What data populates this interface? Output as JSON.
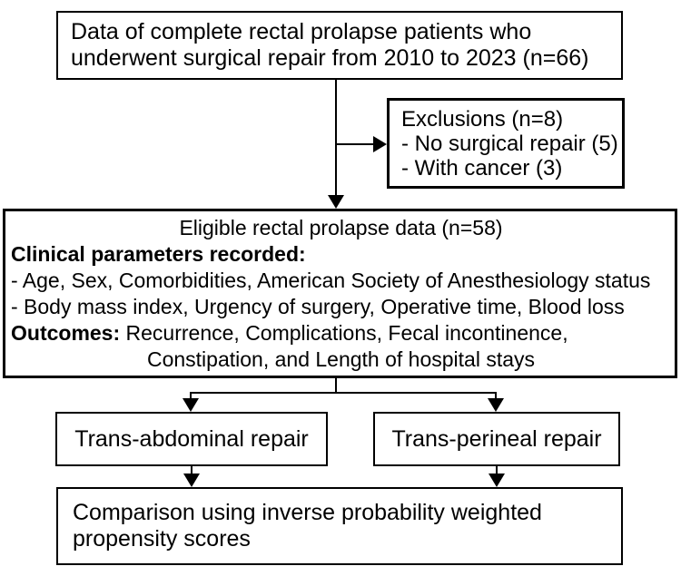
{
  "diagram": {
    "population_box": {
      "line1": "Data of complete rectal prolapse patients who",
      "line2": "underwent surgical repair from 2010 to 2023 (n=66)"
    },
    "exclusions_box": {
      "title": "Exclusions (n=8)",
      "item1": "- No surgical repair (5)",
      "item2": "- With cancer (3)"
    },
    "eligible_box": {
      "title": "Eligible rectal prolapse data (n=58)",
      "params_heading": "Clinical parameters recorded:",
      "param1": "- Age, Sex, Comorbidities, American Society of Anesthesiology status",
      "param2": "- Body mass index, Urgency of surgery, Operative time, Blood loss",
      "outcomes_heading": "Outcomes:",
      "outcomes_list": "Recurrence, Complications, Fecal incontinence,",
      "outcomes_continuation": "Constipation, and Length of hospital stays"
    },
    "abdominal_box": {
      "label": "Trans-abdominal repair"
    },
    "perineal_box": {
      "label": "Trans-perineal repair"
    },
    "comparison_box": {
      "line1": "Comparison using inverse probability weighted",
      "line2": "propensity scores"
    },
    "colors": {
      "line": "#000000",
      "text": "#000000",
      "background": "#ffffff"
    }
  }
}
